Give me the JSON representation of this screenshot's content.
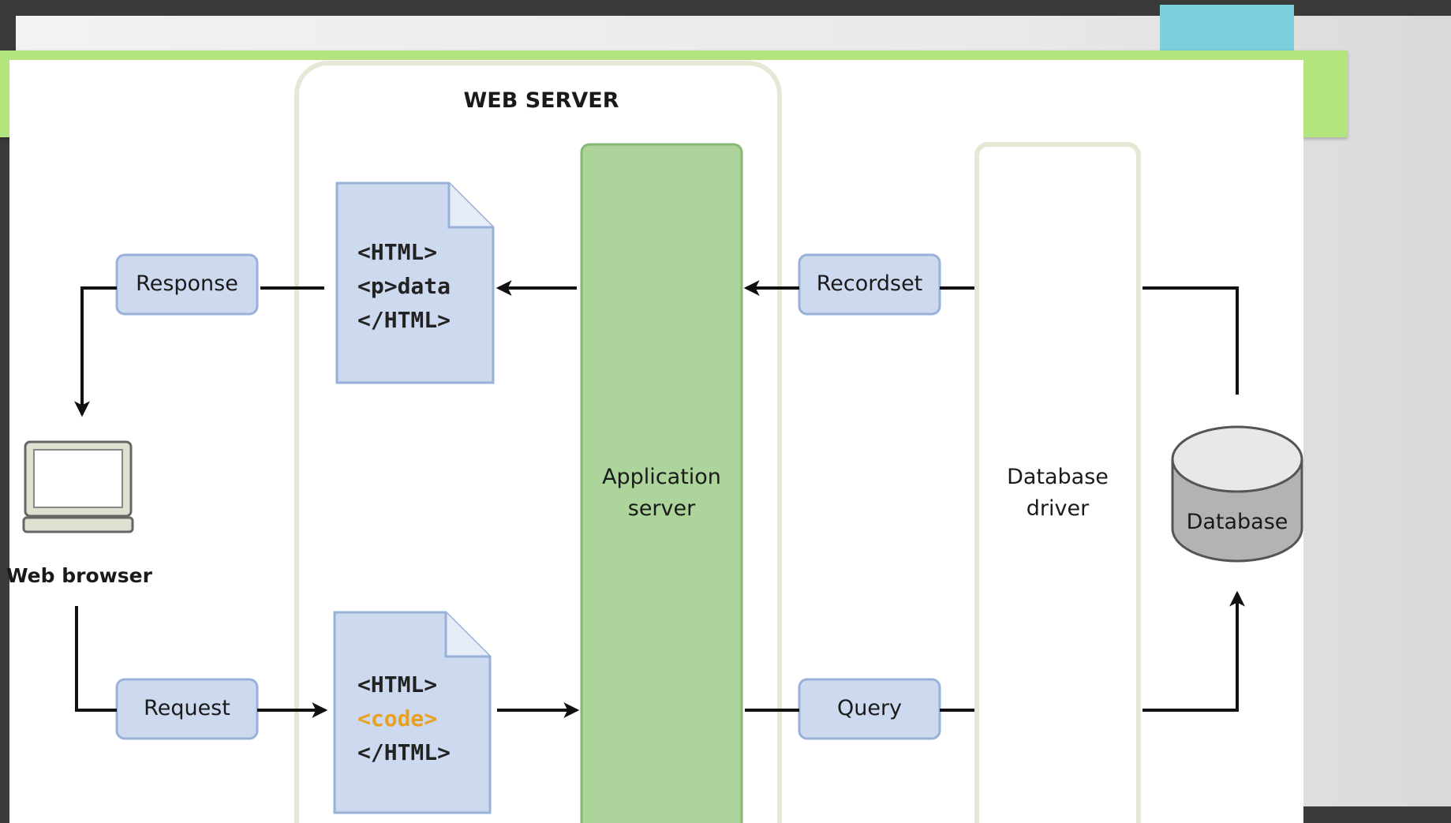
{
  "diagram": {
    "web_server_title": "WEB SERVER",
    "app_server": {
      "line1": "Application",
      "line2": "server"
    },
    "db_driver": {
      "line1": "Database",
      "line2": "driver"
    },
    "database": "Database",
    "web_browser": "Web browser",
    "response": "Response",
    "request": "Request",
    "recordset": "Recordset",
    "query": "Query",
    "response_doc": [
      "<HTML>",
      "<p>data",
      "</HTML>"
    ],
    "request_doc": [
      "<HTML>",
      "<code>",
      "</HTML>"
    ]
  },
  "colors": {
    "teal_accent": "#7ccfdc",
    "green_accent": "#b3e47e",
    "app_server_fill": "#acd49b",
    "label_fill": "#cdd9ef",
    "code_highlight": "#e8a020"
  }
}
